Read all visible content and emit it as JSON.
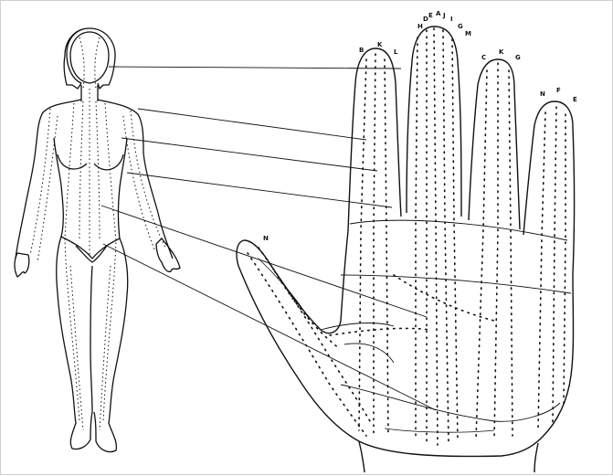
{
  "figure": {
    "colors": {
      "ink": "#111111",
      "background": "#ffffff",
      "border": "#cfcfcf"
    },
    "finger_labels": [
      {
        "finger": "thumb",
        "letters": [
          "N"
        ]
      },
      {
        "finger": "index",
        "letters": [
          "B",
          "K",
          "L"
        ]
      },
      {
        "finger": "middle",
        "letters": [
          "H",
          "D",
          "E",
          "A",
          "J",
          "I",
          "G",
          "M"
        ]
      },
      {
        "finger": "ring",
        "letters": [
          "C",
          "K",
          "G"
        ]
      },
      {
        "finger": "little",
        "letters": [
          "N",
          "F",
          "E"
        ]
      }
    ]
  }
}
